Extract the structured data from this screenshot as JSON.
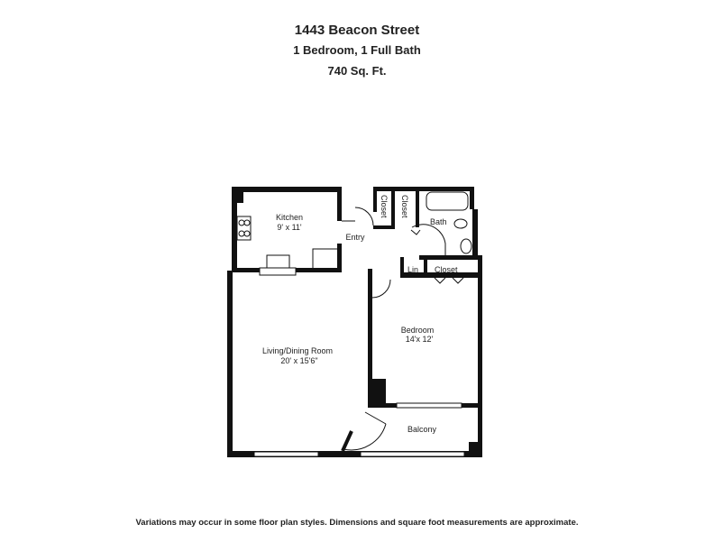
{
  "header": {
    "title": "1443 Beacon Street",
    "unit_type": "1 Bedroom, 1 Full Bath",
    "area": "740  Sq. Ft."
  },
  "rooms": {
    "kitchen": {
      "name": "Kitchen",
      "dims": "9' x 11'"
    },
    "entry": {
      "name": "Entry"
    },
    "closet_1": {
      "name": "Closet"
    },
    "closet_2": {
      "name": "Closet"
    },
    "bath": {
      "name": "Bath"
    },
    "linen": {
      "name": "Lin"
    },
    "closet_3": {
      "name": "Closet"
    },
    "living": {
      "name": "Living/Dining Room",
      "dims": "20' x 15'6\""
    },
    "bedroom": {
      "name": "Bedroom",
      "dims": "14'x 12'"
    },
    "balcony": {
      "name": "Balcony"
    }
  },
  "footer": {
    "disclaimer": "Variations may occur in some floor plan styles. Dimensions and square foot measurements are approximate."
  }
}
